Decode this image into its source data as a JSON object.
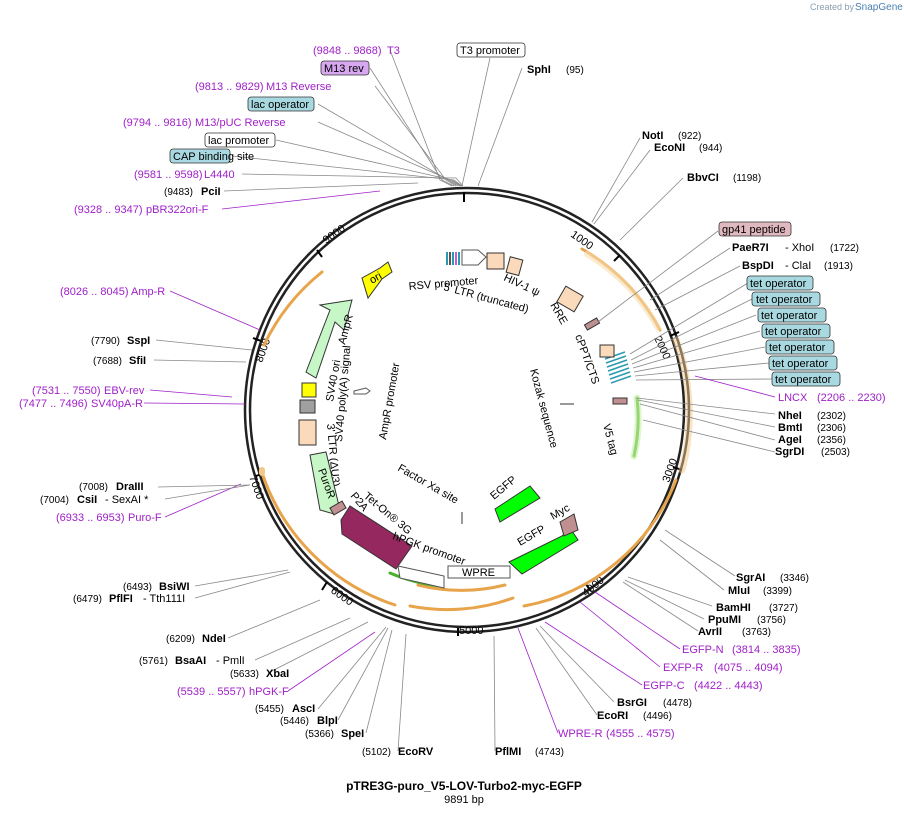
{
  "header": {
    "created_by": "Created by",
    "brand": "SnapGene"
  },
  "plasmid": {
    "name": "pTRE3G-puro_V5-LOV-Turbo2-myc-EGFP",
    "length_label": "9891 bp"
  },
  "scale_labels": [
    "1000",
    "2000",
    "3000",
    "4000",
    "5000",
    "6000",
    "7000",
    "8000",
    "9000"
  ],
  "features": {
    "t3_promoter": "T3 promoter",
    "m13_rev": "M13 rev",
    "lac_operator": "lac operator",
    "lac_promoter": "lac promoter",
    "cap_site": "CAP binding site",
    "gp41": "gp41 peptide",
    "tet_operator": "tet operator",
    "rsv": "RSV promoter",
    "ltr5": "5' LTR (truncated)",
    "hiv": "HIV-1 ψ",
    "rre": "RRE",
    "cppt": "cPPT/CTS",
    "kozak": "Kozak sequence",
    "v5": "V5 tag",
    "egfp1": "EGFP",
    "egfp2": "EGFP",
    "myc": "Myc",
    "wpre": "WPRE",
    "factorxa": "Factor Xa site",
    "tet_on": "Tet-On® 3G",
    "hpgk": "hPGK promoter",
    "p2a": "P2A",
    "puror": "PuroR",
    "ltr3": "3' LTR (ΔU3)",
    "sv40polya": "SV40 poly(A) signal",
    "sv40ori": "SV40 ori",
    "ampr": "AmpR",
    "ampr_promoter": "AmpR promoter",
    "ori": "ori"
  },
  "enzymes": {
    "sphi": {
      "name": "SphI",
      "pos": "(95)"
    },
    "noti": {
      "name": "NotI",
      "pos": "(922)"
    },
    "econi": {
      "name": "EcoNI",
      "pos": "(944)"
    },
    "bbvci": {
      "name": "BbvCI",
      "pos": "(1198)"
    },
    "paer7i": {
      "name": "PaeR7I",
      "sep": "- XhoI",
      "pos": "(1722)"
    },
    "bspdi": {
      "name": "BspDI",
      "sep": "- ClaI",
      "pos": "(1913)"
    },
    "nhei": {
      "name": "NheI",
      "pos": "(2302)"
    },
    "bmti": {
      "name": "BmtI",
      "pos": "(2306)"
    },
    "agei": {
      "name": "AgeI",
      "pos": "(2356)"
    },
    "sgrdi": {
      "name": "SgrDI",
      "pos": "(2503)"
    },
    "sgrai": {
      "name": "SgrAI",
      "pos": "(3346)"
    },
    "mlui": {
      "name": "MluI",
      "pos": "(3399)"
    },
    "bamhi": {
      "name": "BamHI",
      "pos": "(3727)"
    },
    "ppumi": {
      "name": "PpuMI",
      "pos": "(3756)"
    },
    "avrii": {
      "name": "AvrII",
      "pos": "(3763)"
    },
    "bsrgi": {
      "name": "BsrGI",
      "pos": "(4478)"
    },
    "ecori": {
      "name": "EcoRI",
      "pos": "(4496)"
    },
    "pflmi": {
      "name": "PflMI",
      "pos": "(4743)"
    },
    "ecorv": {
      "name": "EcoRV",
      "pos": "(5102)"
    },
    "spei": {
      "name": "SpeI",
      "pos": "(5366)"
    },
    "blpi": {
      "name": "BlpI",
      "pos": "(5446)"
    },
    "asci": {
      "name": "AscI",
      "pos": "(5455)"
    },
    "xbai": {
      "name": "XbaI",
      "pos": "(5633)"
    },
    "bsaai": {
      "name": "BsaAI",
      "sep": "- PmlI",
      "pos": "(5761)"
    },
    "ndei": {
      "name": "NdeI",
      "pos": "(6209)"
    },
    "pflfi": {
      "name": "PflFI",
      "sep": "- Tth111I",
      "pos": "(6479)"
    },
    "bsiwi": {
      "name": "BsiWI",
      "pos": "(6493)"
    },
    "csii": {
      "name": "CsiI",
      "sep": "- SexAI *",
      "pos": "(7004)"
    },
    "draiii": {
      "name": "DraIII",
      "pos": "(7008)"
    },
    "sfii": {
      "name": "SfiI",
      "pos": "(7688)"
    },
    "sspi": {
      "name": "SspI",
      "pos": "(7790)"
    },
    "pcii": {
      "name": "PciI",
      "pos": "(9483)"
    }
  },
  "primers": {
    "t3": {
      "name": "T3",
      "pos": "(9848 .. 9868)"
    },
    "m13r": {
      "name": "M13 Reverse",
      "pos": "(9813 .. 9829)"
    },
    "m13puc": {
      "name": "M13/pUC Reverse",
      "pos": "(9794 .. 9816)"
    },
    "l4440": {
      "name": "L4440",
      "pos": "(9581 .. 9598)"
    },
    "pbr322": {
      "name": "pBR322ori-F",
      "pos": "(9328 .. 9347)"
    },
    "ampr": {
      "name": "Amp-R",
      "pos": "(8026 .. 8045)"
    },
    "ebv": {
      "name": "EBV-rev",
      "pos": "(7531 .. 7550)"
    },
    "sv40pa": {
      "name": "SV40pA-R",
      "pos": "(7477 .. 7496)"
    },
    "puro": {
      "name": "Puro-F",
      "pos": "(6933 .. 6953)"
    },
    "hpgk": {
      "name": "hPGK-F",
      "pos": "(5539 .. 5557)"
    },
    "lncx": {
      "name": "LNCX",
      "pos": "(2206 .. 2230)"
    },
    "egfpn": {
      "name": "EGFP-N",
      "pos": "(3814 .. 3835)"
    },
    "exfpr": {
      "name": "EXFP-R",
      "pos": "(4075 .. 4094)"
    },
    "egfpc": {
      "name": "EGFP-C",
      "pos": "(4422 .. 4443)"
    },
    "wprer": {
      "name": "WPRE-R",
      "pos": "(4555 .. 4575)"
    }
  }
}
